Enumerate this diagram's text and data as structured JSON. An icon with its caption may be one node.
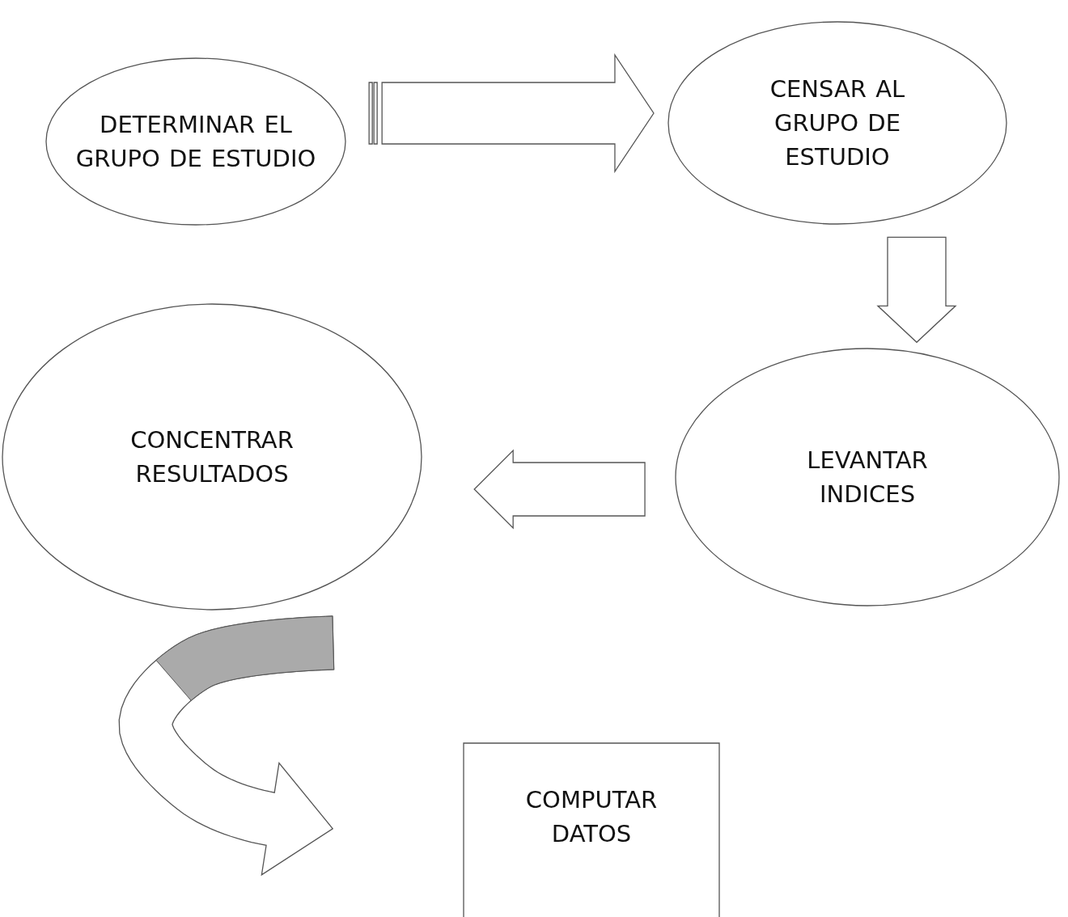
{
  "diagram": {
    "nodes": [
      {
        "text": [
          "DETERMINAR EL GRUPO DE ESTUDIO"
        ]
      },
      {
        "text": [
          "CENSAR AL GRUPO DE ESTUDIO"
        ]
      },
      {
        "text": [
          "LEVANTAR INDICES"
        ]
      },
      {
        "text": [
          "CONCENTRAR RESULTADOS"
        ]
      },
      {
        "text": [
          "COMPUTAR DATOS"
        ]
      }
    ],
    "edges": [
      {
        "from": 0,
        "to": 1,
        "arrow": "to"
      },
      {
        "from": 1,
        "to": 2,
        "arrow": "to"
      },
      {
        "from": 2,
        "to": 3,
        "arrow": "to"
      },
      {
        "from": 3,
        "to": 4,
        "arrow": "to"
      }
    ]
  }
}
